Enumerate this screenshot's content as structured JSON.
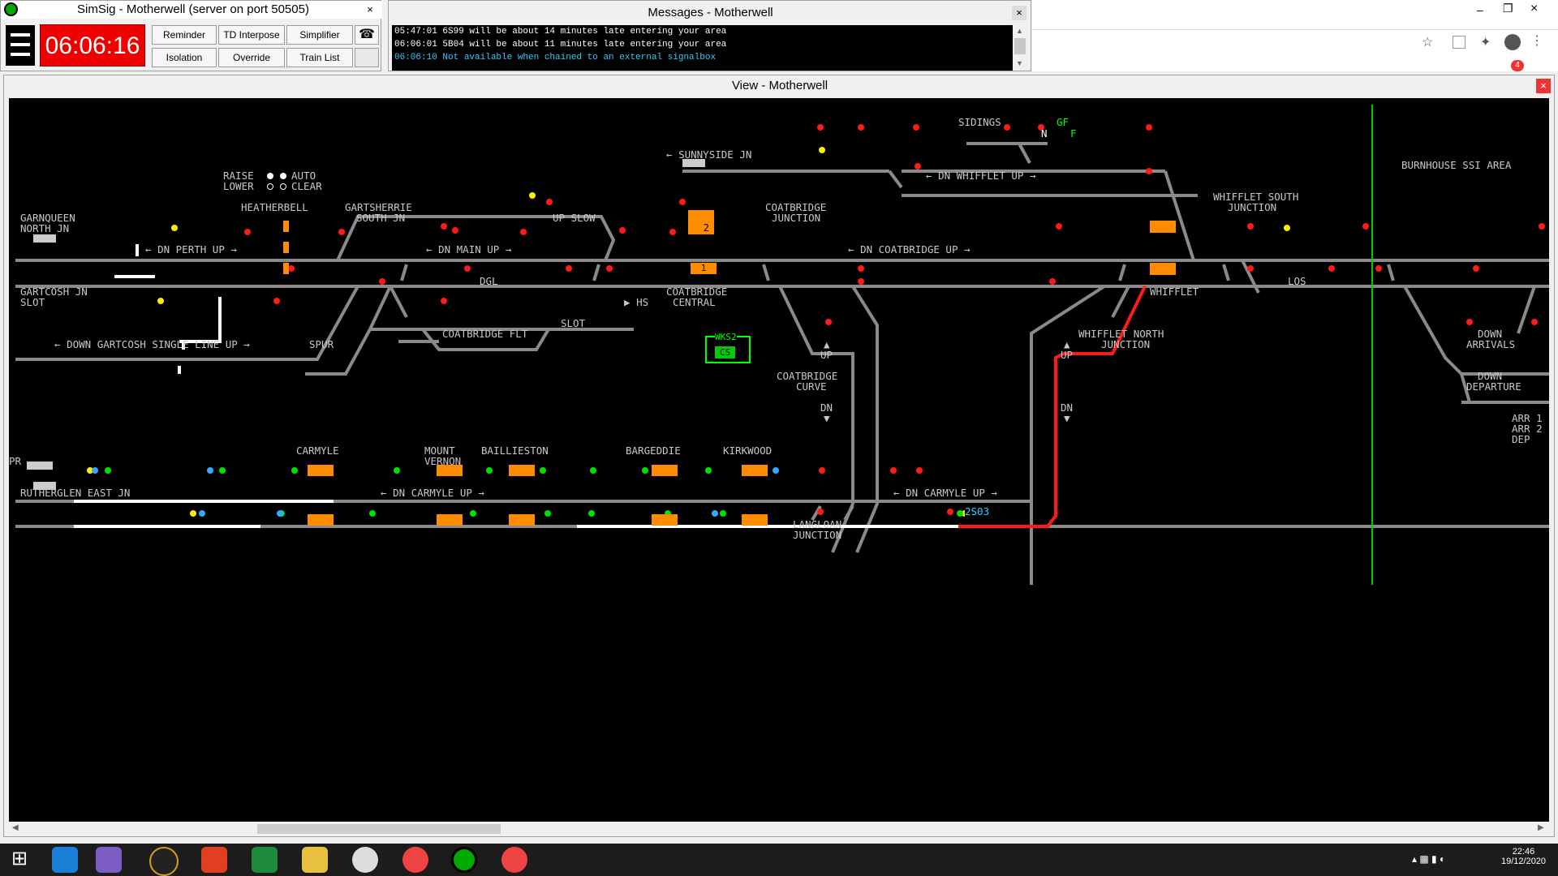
{
  "control": {
    "title": "SimSig - Motherwell (server on port 50505)",
    "clock": "06:06:16",
    "buttons": [
      "Reminder",
      "TD Interpose",
      "Simplifier",
      "Isolation",
      "Override",
      "Train List"
    ]
  },
  "messages": {
    "title": "Messages - Motherwell",
    "lines": [
      {
        "text": "05:47:01 6S99 will be about 14 minutes late entering your area",
        "color": "#ffffff"
      },
      {
        "text": "06:06:01 5B04 will be about 11 minutes late entering your area",
        "color": "#ffffff"
      },
      {
        "text": "06:06:10 Not available when chained to an external signalbox",
        "color": "#33ccff"
      }
    ]
  },
  "browser": {
    "badge": "4"
  },
  "view": {
    "title": "View - Motherwell",
    "labels": {
      "sidings": "SIDINGS",
      "gf": "GF",
      "gf_n": "N",
      "gf_f": "F",
      "sunnyside": "SUNNYSIDE JN",
      "dn_whifflet": "DN WHIFFLET UP",
      "burnhouse": "BURNHOUSE SSI AREA",
      "raise": "RAISE",
      "lower": "LOWER",
      "auto": "AUTO",
      "clear": "CLEAR",
      "heatherbell": "HEATHERBELL",
      "gartsherrie1": "GARTSHERRIE",
      "gartsherrie2": "SOUTH JN",
      "up_slow": "UP SLOW",
      "coatbridge_jn1": "COATBRIDGE",
      "coatbridge_jn2": "JUNCTION",
      "whifflet_south1": "WHIFFLET SOUTH",
      "whifflet_south2": "JUNCTION",
      "garnqueen1": "GARNQUEEN",
      "garnqueen2": "NORTH JN",
      "dn_perth": "DN PERTH UP",
      "dn_main": "DN MAIN UP",
      "dn_coatbridge": "DN COATBRIDGE UP",
      "dgl": "DGL",
      "hs": "HS",
      "coatbridge_central1": "COATBRIDGE",
      "coatbridge_central2": "CENTRAL",
      "whifflet": "WHIFFLET",
      "los": "LOS",
      "gartcosh1": "GARTCOSH JN",
      "gartcosh2": "SLOT",
      "coatbridge_flt": "COATBRIDGE FLT",
      "slot": "SLOT",
      "down_gartcosh": "DOWN GARTCOSH SINGLE LINE UP",
      "spur": "SPUR",
      "whifflet_north1": "WHIFFLET NORTH",
      "whifflet_north2": "JUNCTION",
      "down_arrivals1": "DOWN",
      "down_arrivals2": "ARRIVALS",
      "down_departure1": "DOWN",
      "down_departure2": "DEPARTURE",
      "coatbridge_curve1": "COATBRIDGE",
      "coatbridge_curve2": "CURVE",
      "up": "UP",
      "dn": "DN",
      "arr1": "ARR 1",
      "arr2": "ARR 2",
      "dep": "DEP",
      "carmyle": "CARMYLE",
      "mount_vernon1": "MOUNT",
      "mount_vernon2": "VERNON",
      "baillieston": "BAILLIESTON",
      "bargeddie": "BARGEDDIE",
      "kirkwood": "KIRKWOOD",
      "pr": "PR",
      "rutherglen": "RUTHERGLEN EAST JN",
      "dn_carmyle_w": "DN CARMYLE UP",
      "dn_carmyle_e": "DN CARMYLE UP",
      "langloan1": "LANGLOAN",
      "langloan2": "JUNCTION",
      "wks2": "WKS2",
      "cs": "CS",
      "berth_2": "2",
      "berth_1": "1",
      "train_2s03": "2S03"
    }
  },
  "taskbar": {
    "time": "22:46",
    "date": "19/12/2020"
  }
}
